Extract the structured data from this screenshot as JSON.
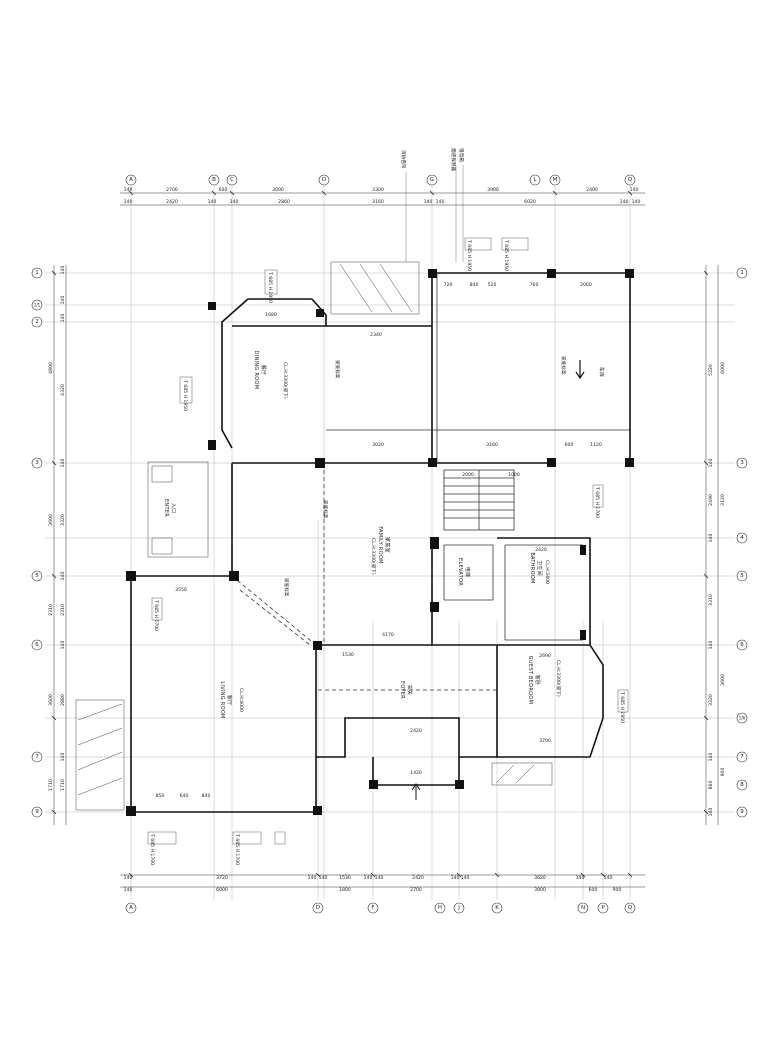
{
  "axes_top": [
    "A",
    "B",
    "C",
    "D",
    "G",
    "L",
    "M",
    "Q"
  ],
  "axes_bottom": [
    "A",
    "D",
    "F",
    "H",
    "J",
    "K",
    "N",
    "P",
    "Q"
  ],
  "axes_left": [
    "1",
    "1/1",
    "2",
    "3",
    "5",
    "6",
    "7",
    "9"
  ],
  "axes_right": [
    "1",
    "3",
    "4",
    "5",
    "6",
    "1/6",
    "7",
    "8",
    "9"
  ],
  "dims_top_row1": [
    "140",
    "2700",
    "600",
    "3000",
    "3300",
    "3900",
    "2400",
    "140"
  ],
  "dims_top_row2": [
    "140",
    "2420",
    "140",
    "140",
    "2860",
    "3160",
    "140",
    "140",
    "6020",
    "140",
    "140"
  ],
  "dims_bottom_row1": [
    "140",
    "3720",
    "140",
    "140",
    "1530",
    "140",
    "140",
    "2420",
    "140",
    "140",
    "3620",
    "140",
    "140"
  ],
  "dims_bottom_row2": [
    "140",
    "6000",
    "1800",
    "2700",
    "3900",
    "600",
    "900"
  ],
  "dims_left_row1": [
    "140",
    "140",
    "140",
    "4320",
    "140",
    "3320",
    "140",
    "2310",
    "140",
    "2880",
    "140",
    "1710"
  ],
  "dims_left_row2": [
    "4800",
    "3600",
    "2310",
    "3600",
    "1710"
  ],
  "dims_right_row1": [
    "5220",
    "140",
    "2490",
    "140",
    "3310",
    "140",
    "3320",
    "140",
    "860",
    "140"
  ],
  "dims_right_row2": [
    "6000",
    "3120",
    "3600",
    "900"
  ],
  "rooms": {
    "dining_cn": "餐厅",
    "dining_en": "DINING ROOM",
    "family_cn": "家庭室",
    "family_en": "FAMILY ROOM",
    "living_cn": "客厅",
    "living_en": "LIVING ROOM",
    "foyer_cn": "玄关",
    "foyer_en": "FOYER",
    "guest_cn": "客卧",
    "guest_en": "GUEST BEDROOM",
    "bath_cn": "卫生间",
    "bath_en": "BATHROOM",
    "elevator_cn": "电梯",
    "elevator_en": "ELEVATOR",
    "enter_cn": "入口",
    "enter_en": "ENTER",
    "carport_cn": "车库"
  },
  "tags": {
    "dining_ceiling": "CL.H:3300(梁下)",
    "family_ceiling": "CL.H:3300(梁下)",
    "bath_ceiling": "CL.H:2400",
    "guest_ceiling": "CL.H:3300(梁下)",
    "living_ceiling": "CL.H:6000",
    "window_t1": "T 685 H 1950",
    "window_t2": "T 685 H 1700",
    "beam_label": "梁底标高"
  },
  "inner_dims": {
    "d1": "1680",
    "d2": "2340",
    "d3": "3020",
    "d4": "3160",
    "d5": "3550",
    "d6": "4170",
    "d7": "1530",
    "d8": "2420",
    "d9": "1420",
    "d10": "3700",
    "d11": "2690",
    "d12": "2420",
    "d13": "2000",
    "d14": "1000",
    "d15": "850",
    "d16": "640",
    "d17": "840",
    "d18": "2060",
    "d19": "720",
    "d20": "840",
    "d21": "520",
    "d22": "760",
    "d23": "1120",
    "d24": "600"
  },
  "callouts_top": [
    "消防卷帘",
    "烟感探测器",
    "强电箱"
  ]
}
